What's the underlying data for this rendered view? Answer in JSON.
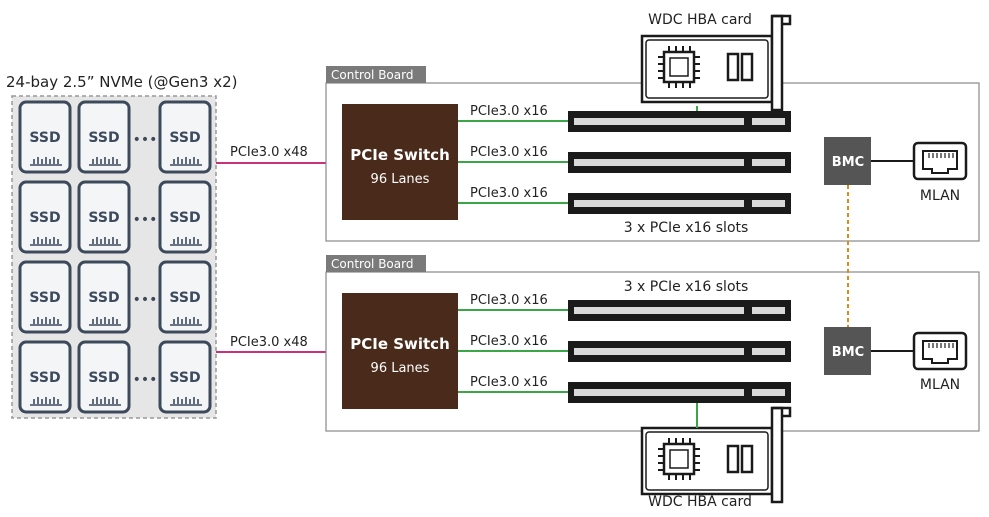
{
  "title": "24-bay 2.5” NVMe (@Gen3 x2)",
  "ssd_label": "SSD",
  "ellipsis": "•••",
  "ssd_rows": 4,
  "uplink_label": "PCIe3.0 x48",
  "boards": [
    {
      "label": "Control Board",
      "switch_title": "PCIe Switch",
      "switch_lanes": "96 Lanes",
      "links": [
        "PCIe3.0 x16",
        "PCIe3.0 x16",
        "PCIe3.0 x16"
      ],
      "slots_label": "3 x PCIe x16 slots",
      "bmc": "BMC",
      "mlan": "MLAN"
    },
    {
      "label": "Control Board",
      "switch_title": "PCIe Switch",
      "switch_lanes": "96 Lanes",
      "links": [
        "PCIe3.0 x16",
        "PCIe3.0 x16",
        "PCIe3.0 x16"
      ],
      "slots_label": "3 x PCIe x16 slots",
      "bmc": "BMC",
      "mlan": "MLAN"
    }
  ],
  "hba_label": "WDC HBA card",
  "colors": {
    "switch": "#4a2a1a",
    "bmc": "#555555",
    "uplink": "#c8327a",
    "link": "#3aa648",
    "bmc_link": "#e08a1a",
    "ssd_border": "#3c4a5c",
    "board_label_bg": "#7a7a7a"
  }
}
